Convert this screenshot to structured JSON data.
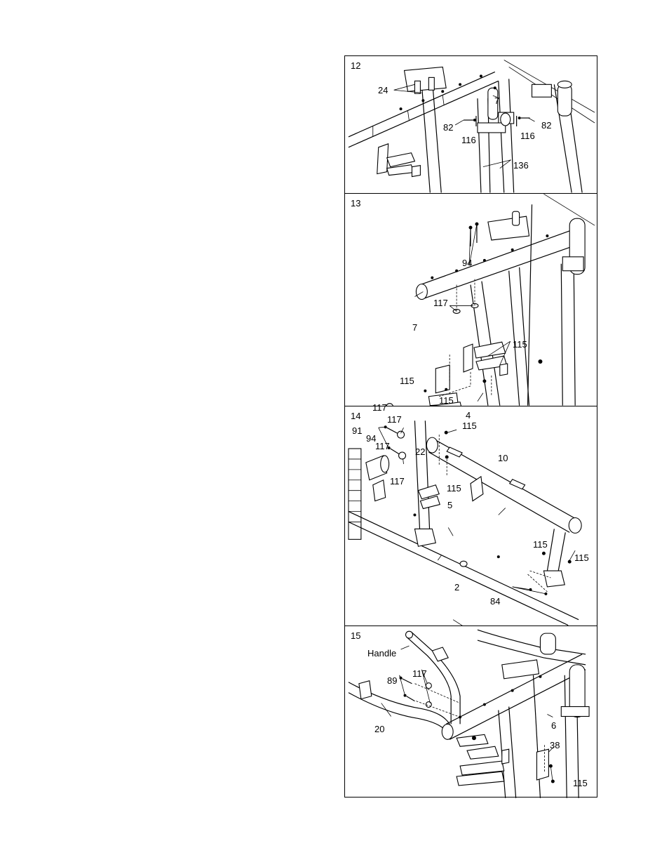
{
  "panels": [
    {
      "step": "12",
      "labels": [
        "24",
        "7",
        "82",
        "116",
        "116",
        "82",
        "136"
      ]
    },
    {
      "step": "13",
      "labels": [
        "94",
        "117",
        "7",
        "115",
        "115",
        "115",
        "117",
        "4",
        "91",
        "117",
        "22"
      ]
    },
    {
      "step": "14",
      "labels": [
        "117",
        "115",
        "94",
        "10",
        "117",
        "115",
        "5",
        "115",
        "115",
        "2",
        "84"
      ]
    },
    {
      "step": "15",
      "labels": [
        "Handle",
        "117",
        "89",
        "6",
        "20",
        "38",
        "115"
      ]
    }
  ]
}
